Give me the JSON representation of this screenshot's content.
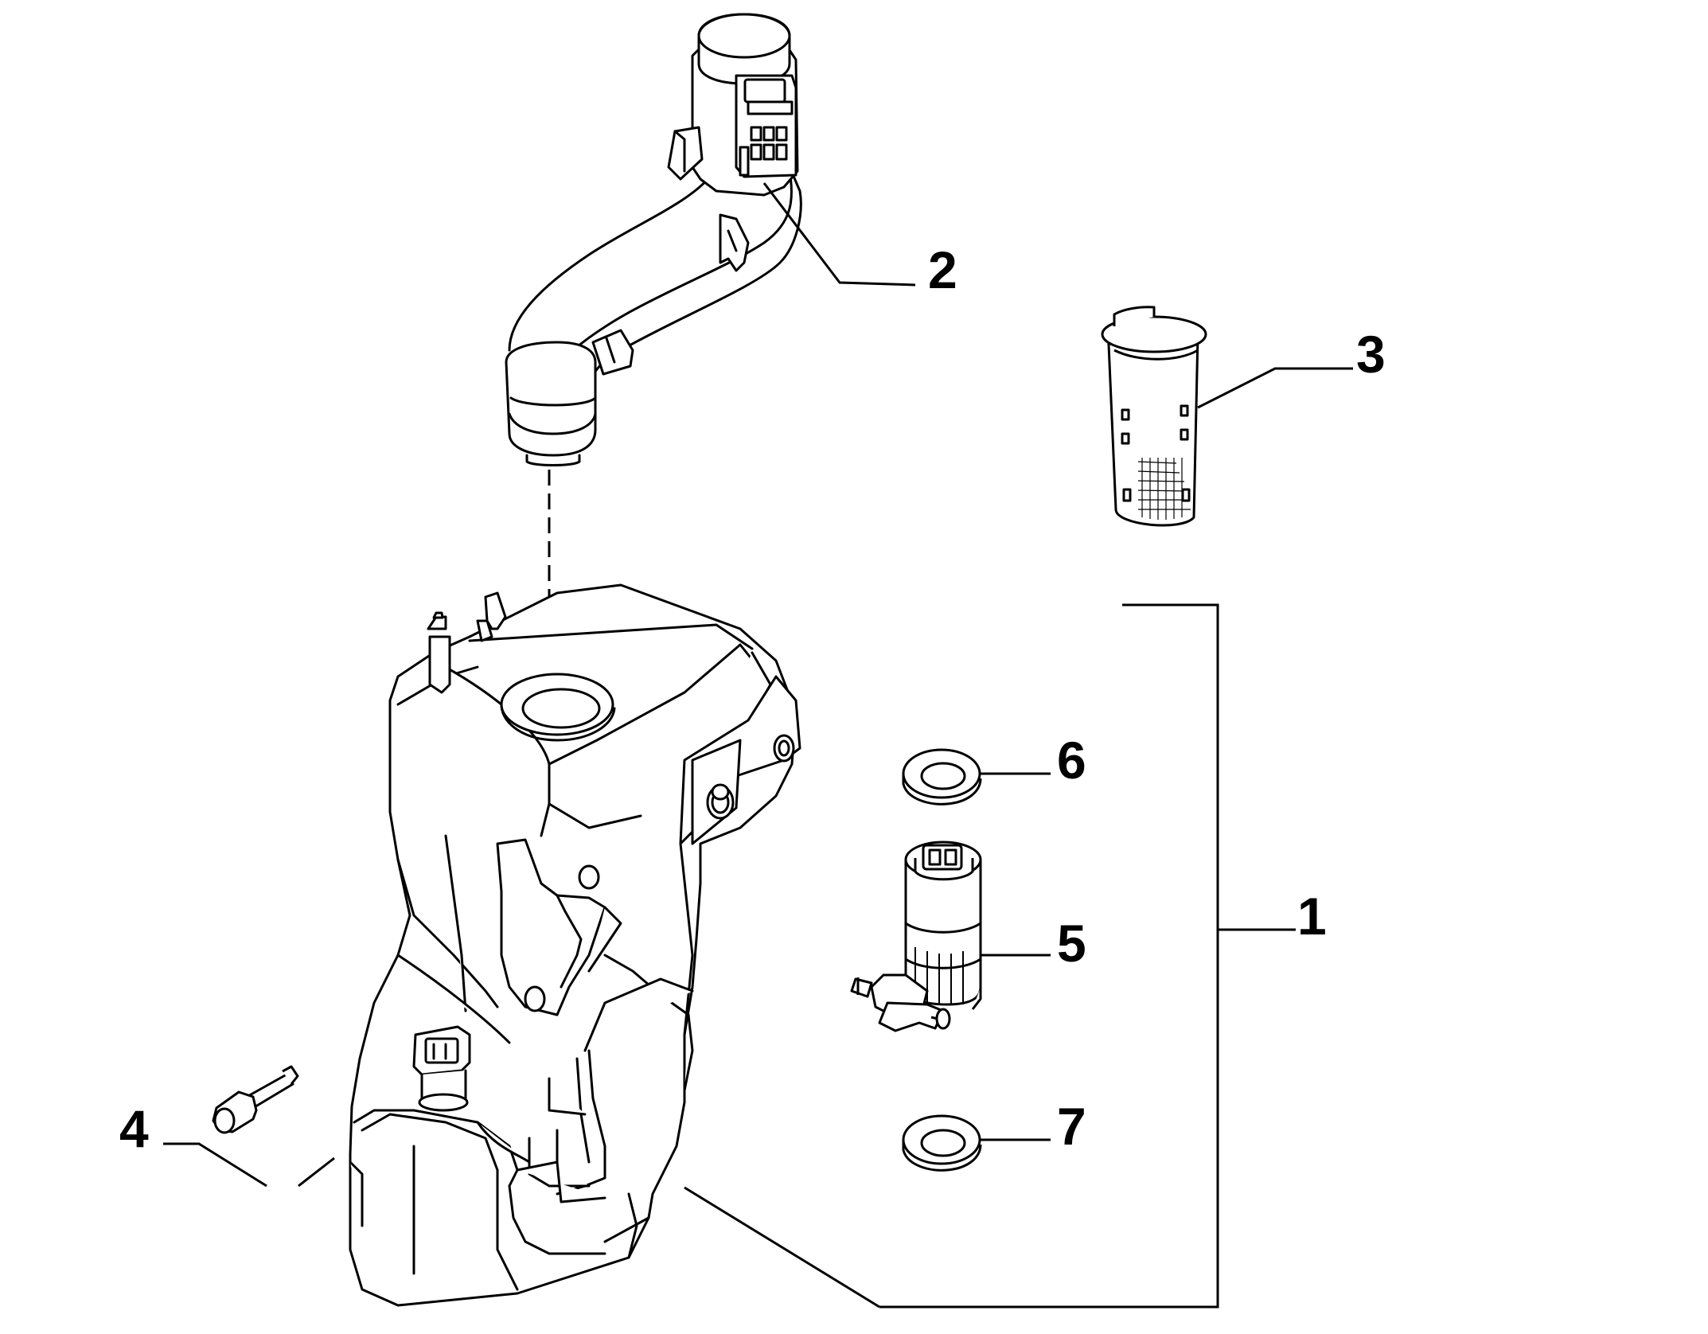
{
  "diagram": {
    "type": "exploded parts diagram",
    "callouts": [
      {
        "id": "1",
        "label": "1",
        "part": "washer-reservoir-tank-assembly"
      },
      {
        "id": "2",
        "label": "2",
        "part": "filler-neck-pipe"
      },
      {
        "id": "3",
        "label": "3",
        "part": "filter-strainer"
      },
      {
        "id": "4",
        "label": "4",
        "part": "fixing-bolt"
      },
      {
        "id": "5",
        "label": "5",
        "part": "washer-pump"
      },
      {
        "id": "6",
        "label": "6",
        "part": "grommet-upper"
      },
      {
        "id": "7",
        "label": "7",
        "part": "grommet-lower"
      }
    ]
  },
  "colors": {
    "line": "#000000",
    "fill": "#ffffff"
  }
}
